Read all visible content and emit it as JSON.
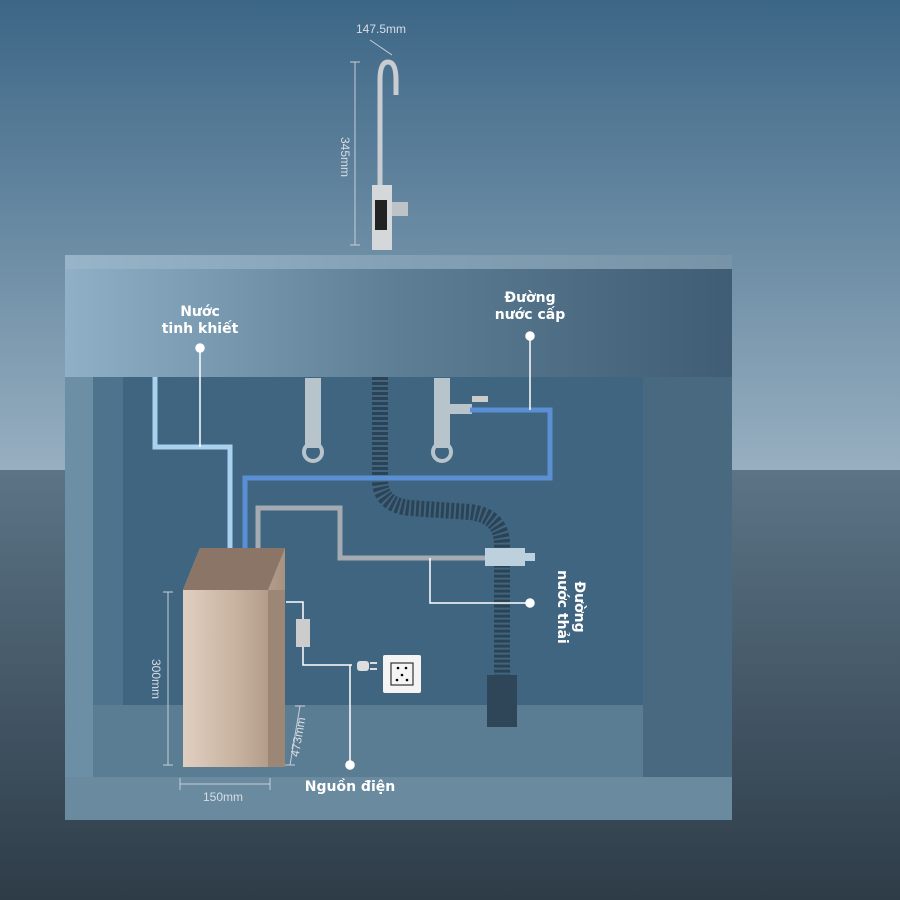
{
  "labels": {
    "pure_water": [
      "Nước",
      "tinh khiết"
    ],
    "supply_water": [
      "Đường",
      "nước cấp"
    ],
    "waste_water": [
      "Đường",
      "nước thải"
    ],
    "power": "Nguồn điện"
  },
  "dimensions": {
    "faucet_reach": "147.5mm",
    "faucet_height": "345mm",
    "unit_height": "300mm",
    "unit_depth": "473mm",
    "unit_width": "150mm"
  },
  "colors": {
    "pure_line": "#a9d2f0",
    "supply_line": "#5b8fd4",
    "waste_line": "#a4abb2",
    "cabinet": "#4b6f88"
  }
}
